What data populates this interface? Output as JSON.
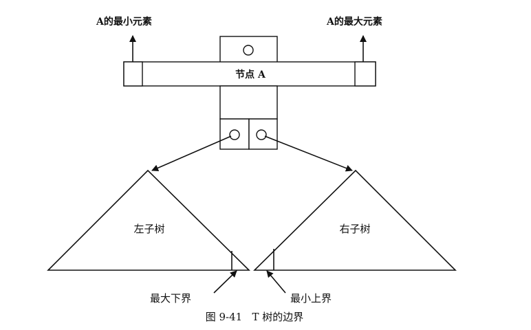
{
  "figure": {
    "caption": "图 9-41   T 树的边界",
    "node_label": "节点 A",
    "min_element_label": "A的最小元素",
    "max_element_label": "A的最大元素",
    "left_subtree_label": "左子树",
    "right_subtree_label": "右子树",
    "max_lower_bound_label": "最大下界",
    "min_upper_bound_label": "最小上界"
  }
}
